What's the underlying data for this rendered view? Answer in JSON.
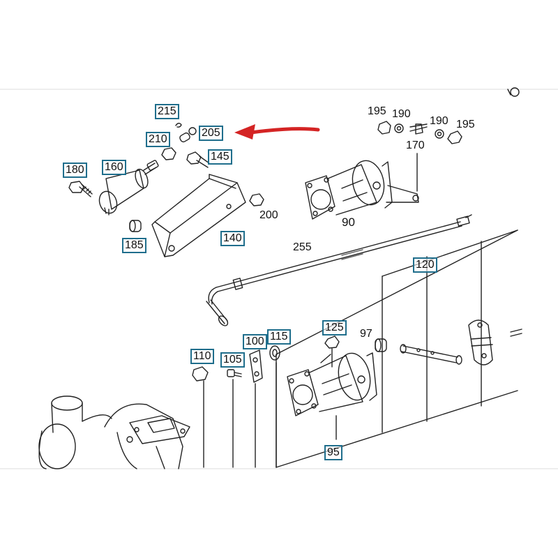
{
  "diagram": {
    "callouts": [
      {
        "id": "c215",
        "text": "215",
        "boxed": true
      },
      {
        "id": "c205",
        "text": "205",
        "boxed": true
      },
      {
        "id": "c210",
        "text": "210",
        "boxed": true
      },
      {
        "id": "c180",
        "text": "180",
        "boxed": true
      },
      {
        "id": "c160",
        "text": "160",
        "boxed": true
      },
      {
        "id": "c145",
        "text": "145",
        "boxed": true
      },
      {
        "id": "c185",
        "text": "185",
        "boxed": true
      },
      {
        "id": "c140",
        "text": "140",
        "boxed": true
      },
      {
        "id": "c200",
        "text": "200",
        "boxed": false
      },
      {
        "id": "c255",
        "text": "255",
        "boxed": false
      },
      {
        "id": "c90",
        "text": "90",
        "boxed": false
      },
      {
        "id": "c195a",
        "text": "195",
        "boxed": false
      },
      {
        "id": "c190a",
        "text": "190",
        "boxed": false
      },
      {
        "id": "c190b",
        "text": "190",
        "boxed": false
      },
      {
        "id": "c195b",
        "text": "195",
        "boxed": false
      },
      {
        "id": "c170",
        "text": "170",
        "boxed": false
      },
      {
        "id": "c120",
        "text": "120",
        "boxed": true
      },
      {
        "id": "c97",
        "text": "97",
        "boxed": false
      },
      {
        "id": "c125",
        "text": "125",
        "boxed": true
      },
      {
        "id": "c115",
        "text": "115",
        "boxed": true
      },
      {
        "id": "c100",
        "text": "100",
        "boxed": true
      },
      {
        "id": "c105",
        "text": "105",
        "boxed": true
      },
      {
        "id": "c110",
        "text": "110",
        "boxed": true
      },
      {
        "id": "c95",
        "text": "95",
        "boxed": true
      }
    ],
    "colors": {
      "line": "#222222",
      "callout_border": "#1f6e8c",
      "arrow": "#d42424"
    },
    "highlight_arrow": "red arrow pointing left at 205"
  }
}
